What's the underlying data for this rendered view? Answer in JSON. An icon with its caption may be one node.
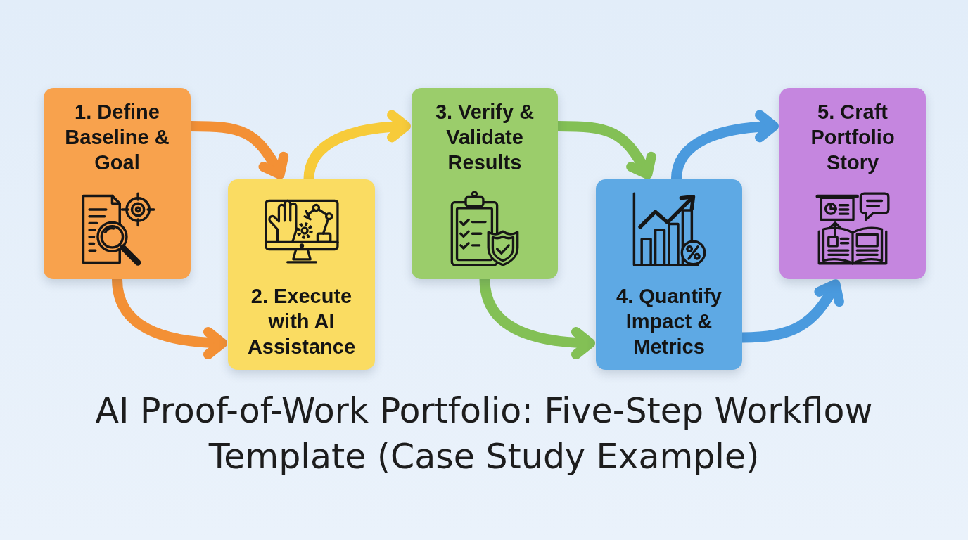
{
  "diagram": {
    "title": "AI Proof-of-Work Portfolio: Five-Step Workflow Template (Case Study Example)",
    "nodes": [
      {
        "text": [
          "1. Define Baseline & Goal"
        ]
      },
      {
        "text": [
          "2. Execute with AI Assistance"
        ]
      },
      {
        "text": [
          "3. Verify & Validate Results"
        ]
      },
      {
        "text": [
          "4. Quantify Impact & Metrics"
        ]
      },
      {
        "text": [
          "5. Craft Portfolio Story"
        ]
      }
    ],
    "edges": [
      {
        "from": 0,
        "to": 1,
        "arrow": "to",
        "color": "#f39035"
      },
      {
        "from": 0,
        "to": 1,
        "arrow": "to",
        "color": "#f39035"
      },
      {
        "from": 1,
        "to": 2,
        "arrow": "to",
        "color": "#f7cb3a"
      },
      {
        "from": 2,
        "to": 3,
        "arrow": "to",
        "color": "#83c055"
      },
      {
        "from": 2,
        "to": 3,
        "arrow": "to",
        "color": "#83c055"
      },
      {
        "from": 3,
        "to": 4,
        "arrow": "to",
        "color": "#4a9ade"
      },
      {
        "from": 3,
        "to": 4,
        "arrow": "to",
        "color": "#4a9ade"
      }
    ]
  }
}
